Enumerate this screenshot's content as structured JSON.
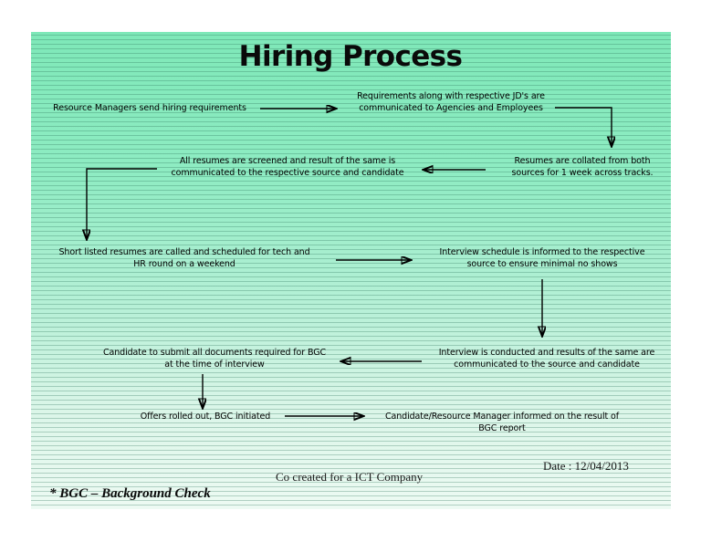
{
  "slide": {
    "title": "Hiring Process",
    "background_top_color": "#7ee8b8",
    "background_bottom_color": "#edfaf3",
    "stripe_color": "#2a6e55"
  },
  "flow": {
    "nodes": [
      {
        "id": "node-1",
        "name": "resource-managers-node",
        "text": "Resource Managers send hiring requirements"
      },
      {
        "id": "node-2",
        "name": "requirements-communicated-node",
        "text": "Requirements along with respective JD's are\ncommunicated to Agencies and Employees"
      },
      {
        "id": "node-3",
        "name": "resumes-collated-node",
        "text": "Resumes are collated from both\nsources for 1 week across tracks."
      },
      {
        "id": "node-4",
        "name": "resumes-screened-node",
        "text": "All resumes are screened and result of the same is\ncommunicated to the respective source and candidate"
      },
      {
        "id": "node-5",
        "name": "short-listed-resumes-node",
        "text": "Short listed resumes are called and scheduled for tech and\nHR round on a weekend"
      },
      {
        "id": "node-6",
        "name": "interview-schedule-node",
        "text": "Interview schedule is informed to the respective\nsource to ensure minimal no shows"
      },
      {
        "id": "node-7",
        "name": "interview-conducted-node",
        "text": "Interview is conducted and results of the same are\ncommunicated to the source and candidate"
      },
      {
        "id": "node-8",
        "name": "candidate-documents-node",
        "text": "Candidate to submit all documents required for BGC\nat the time of interview"
      },
      {
        "id": "node-9",
        "name": "offers-rolled-out-node",
        "text": "Offers rolled out, BGC initiated"
      },
      {
        "id": "node-10",
        "name": "bgc-result-informed-node",
        "text": "Candidate/Resource Manager informed on the result of\nBGC report"
      }
    ],
    "connector_names": [
      "arrow-node1-to-node2",
      "arrow-node2-to-node3",
      "arrow-node3-to-node4",
      "arrow-node4-to-node5",
      "arrow-node5-to-node6",
      "arrow-node6-to-node7",
      "arrow-node7-to-node8",
      "arrow-node8-to-node9",
      "arrow-node9-to-node10"
    ]
  },
  "footer": {
    "date_label": "Date : 12/04/2013",
    "co_created": "Co created for a ICT Company",
    "bgc_note": "* BGC – Background Check"
  }
}
